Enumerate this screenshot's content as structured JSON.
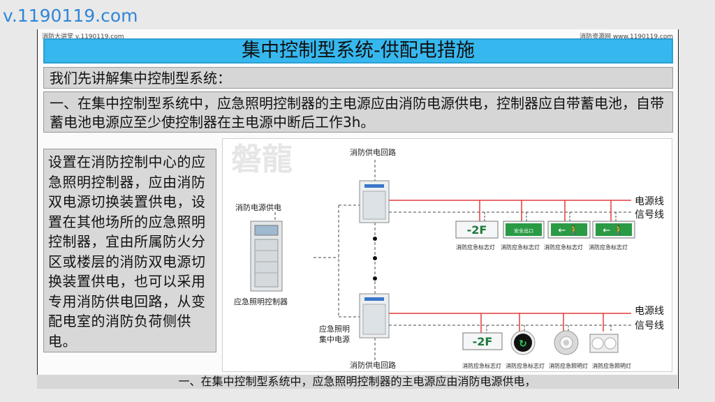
{
  "watermark": "v.1190119.com",
  "header": {
    "left_note": "消防大讲堂 v.1190119.com",
    "right_note": "消防资源网 www.1190119.com"
  },
  "title": "集中控制型系统-供配电措施",
  "intro": "我们先讲解集中控制型系统：",
  "point1": "一、在集中控制型系统中，应急照明控制器的主电源应由消防电源供电，控制器应自带蓄电池，自带蓄电池电源应至少使控制器在主电源中断后工作3h。",
  "side_text": "设置在消防控制中心的应急照明控制器，应由消防双电源切换装置供电，设置在其他场所的应急照明控制器，宜由所属防火分区或楼层的消防双电源切换装置供电，也可以采用专用消防供电回路，从变配电室的消防负荷侧供电。",
  "diagram": {
    "bg_logo": "磐龍",
    "top_supply_label": "消防供电回路",
    "bottom_supply_label": "消防供电回路",
    "fire_power_label": "消防电源供电",
    "controller_label": "应急照明控制器",
    "central_power_label_1": "应急照明",
    "central_power_label_2": "集中电源",
    "power_line_label": "电源线",
    "signal_line_label": "信号线",
    "floor_sign": "-2F",
    "exit_sign_text": "安全出口",
    "top_fixtures": [
      "消防应急标志灯",
      "消防应急标志灯",
      "消防应急标志灯",
      "消防应急标志灯"
    ],
    "bottom_fixtures": [
      "消防应急标志灯",
      "消防应急标志灯",
      "消防应急照明灯",
      "消防应急照明灯"
    ]
  },
  "subtitle": "一、在集中控制型系统中，应急照明控制器的主电源应由消防电源供电，",
  "colors": {
    "title_bar": "#36b8ef",
    "power_line": "#e23b3b",
    "sign_green": "#2a9a44"
  }
}
